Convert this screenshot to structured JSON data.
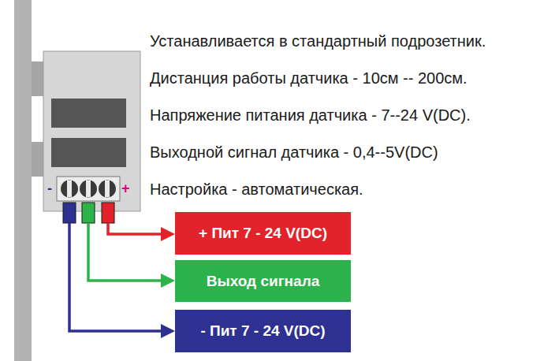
{
  "diagram": {
    "nodes": [
      {
        "text": [
          "+ Пит 7 - 24 V(DC)"
        ]
      },
      {
        "text": [
          "Выход сигнала"
        ]
      },
      {
        "text": [
          "- Пит 7 - 24 V(DC)"
        ]
      }
    ],
    "labels": [
      "Устанавливается в стандартный подрозетник.",
      "Дистанция работы датчика - 10см -- 200см.",
      "Напряжение питания датчика - 7--24 V(DC).",
      "Выходной сигнал датчика - 0,4--5V(DC)",
      "Настройка - автоматическая.",
      "-",
      "+"
    ]
  }
}
